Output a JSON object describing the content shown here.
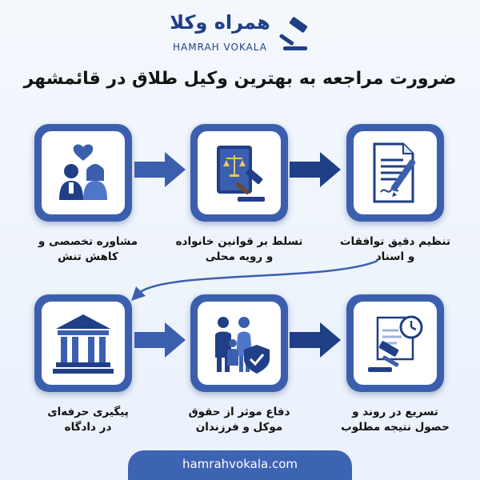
{
  "logo": {
    "name_fa": "همراه وکلا",
    "name_en": "HAMRAH VOKALA"
  },
  "title": "ضرورت مراجعه به بهترین وکیل طلاق در قائمشهر",
  "steps": [
    {
      "label": "مشاوره تخصصی و\nکاهش تنش",
      "icon": "couple-heart-icon"
    },
    {
      "label": "تسلط بر قوانین خانواده\nو رویه محلی",
      "icon": "law-book-gavel-icon"
    },
    {
      "label": "تنظیم دقیق توافقات\nو اسناد",
      "icon": "document-pen-icon"
    },
    {
      "label": "پیگیری حرفه‌ای\nدر دادگاه",
      "icon": "courthouse-icon"
    },
    {
      "label": "دفاع موثر از حقوق\nموکل و فرزندان",
      "icon": "family-shield-icon"
    },
    {
      "label": "تسریع در روند و\nحصول نتیجه مطلوب",
      "icon": "gavel-clock-document-icon"
    }
  ],
  "footer": {
    "website": "hamrahvokala.com"
  },
  "colors": {
    "accent": "#3b5fae",
    "dark": "#1f3f86",
    "background": "#eef4fc"
  }
}
